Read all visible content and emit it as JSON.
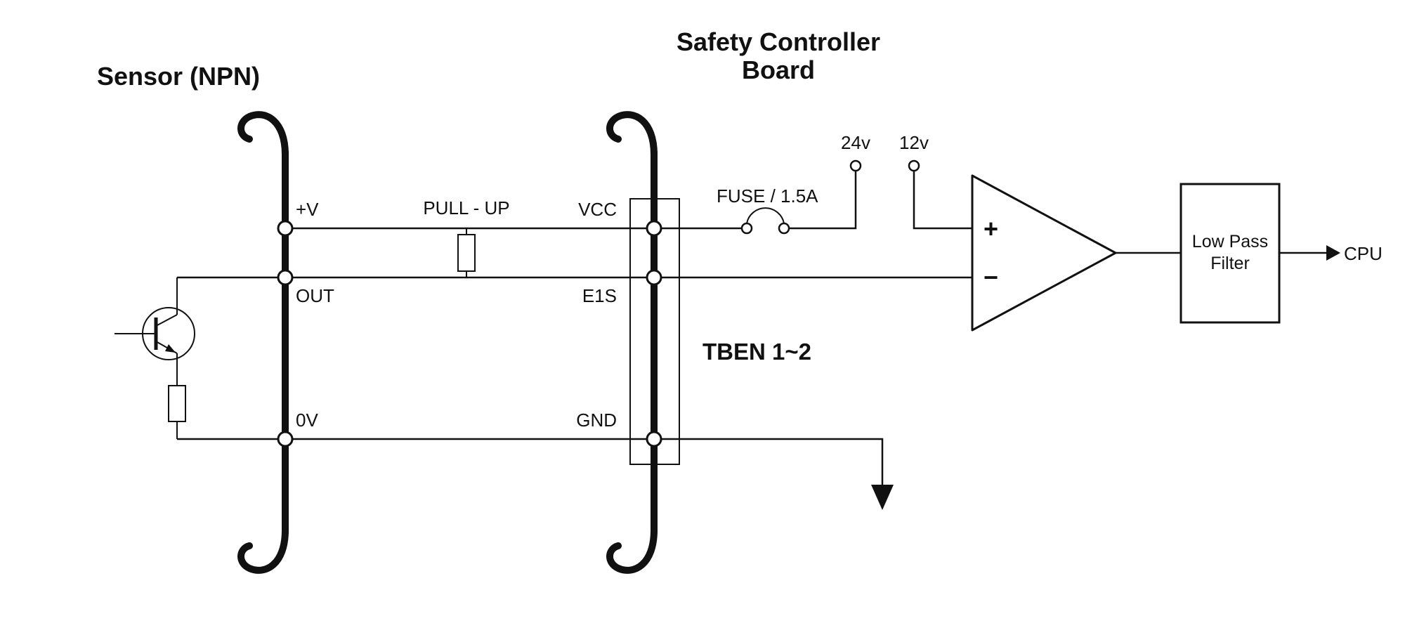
{
  "diagram": {
    "titles": {
      "sensor": "Sensor (NPN)",
      "controller_line1": "Safety Controller",
      "controller_line2": "Board"
    },
    "sensor_pins": {
      "vplus": "+V",
      "out": "OUT",
      "zerov": "0V"
    },
    "controller_pins": {
      "vcc": "VCC",
      "e1s": "E1S",
      "gnd": "GND"
    },
    "labels": {
      "pullup": "PULL - UP",
      "tben": "TBEN 1~2",
      "fuse": "FUSE / 1.5A",
      "rail_24v": "24v",
      "rail_12v": "12v",
      "opamp_plus": "+",
      "opamp_minus": "−",
      "lpf_line1": "Low Pass",
      "lpf_line2": "Filter",
      "cpu": "CPU"
    },
    "colors": {
      "ink": "#111111",
      "background": "#ffffff"
    }
  }
}
